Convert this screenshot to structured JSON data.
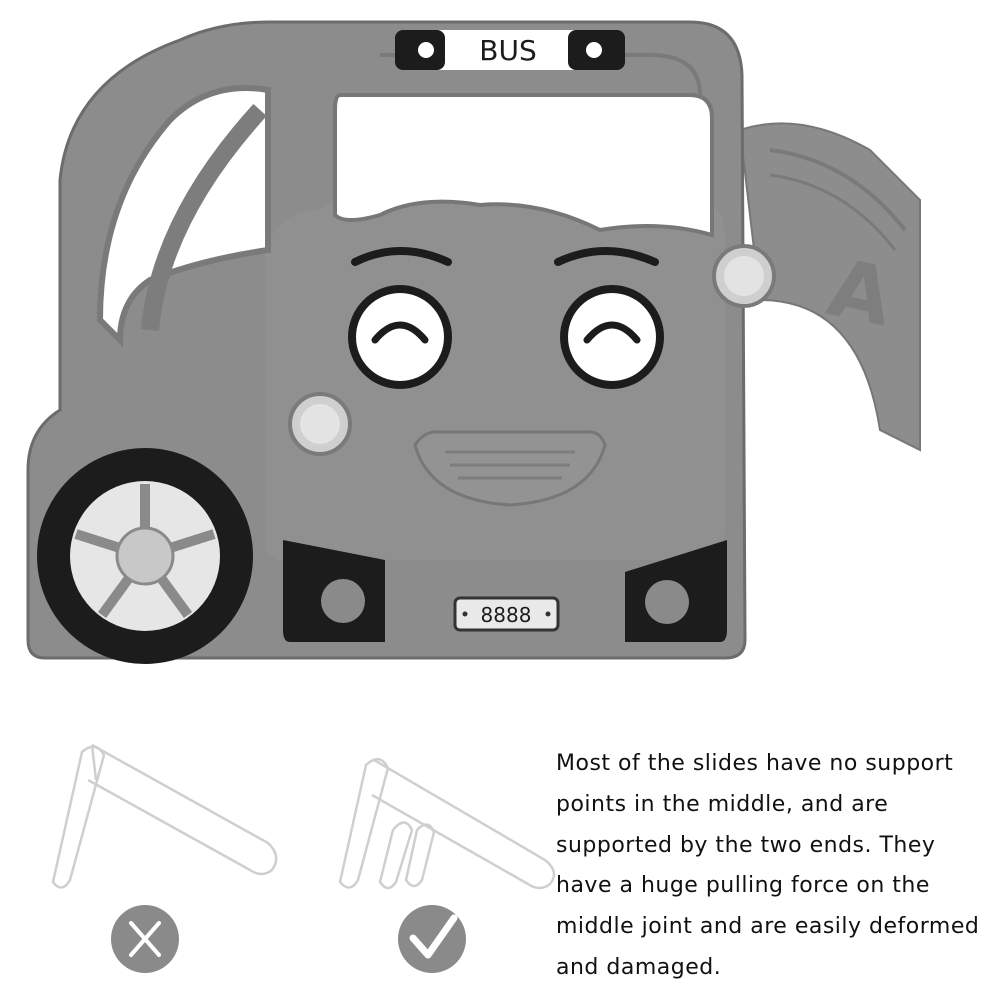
{
  "product": {
    "sign_text": "BUS",
    "plate_text": "8888",
    "slide_letter": "A",
    "colors": {
      "body": "#8a8a8a",
      "body_dark": "#6f6f6f",
      "body_light": "#a9a9a9",
      "black": "#1c1c1c",
      "white": "#ffffff",
      "light_gray": "#d9d9d9"
    }
  },
  "diagrams": [
    {
      "name": "unsupported-slide",
      "icon": "cross-icon",
      "icon_color": "#8a8a8a"
    },
    {
      "name": "supported-slide",
      "icon": "check-icon",
      "icon_color": "#8a8a8a"
    }
  ],
  "caption": {
    "lines": [
      "Most of the slides have no support",
      "points in the middle, and are",
      "supported by the two ends. They",
      "have a huge pulling force on the",
      "middle joint and are easily deformed",
      "and damaged."
    ]
  }
}
